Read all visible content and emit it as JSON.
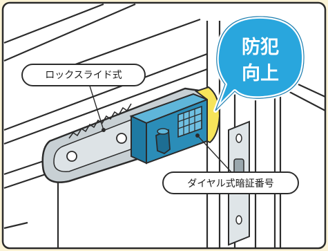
{
  "labels": {
    "lock_slide": "ロックスライド式",
    "dial_code": "ダイヤル式暗証番号"
  },
  "badge": {
    "line1": "防犯",
    "line2": "向上"
  },
  "colors": {
    "page_background": "#fbf3d6",
    "badge_fill": "#29a6dd",
    "lock_body": "#2b8db8",
    "yellow_cap": "#f6e45a",
    "silver_plate": "#cfd6da",
    "outline": "#2b2b2b"
  },
  "icons": {
    "badge": "speech-bubble",
    "keyhole": "keyhole-slot"
  }
}
